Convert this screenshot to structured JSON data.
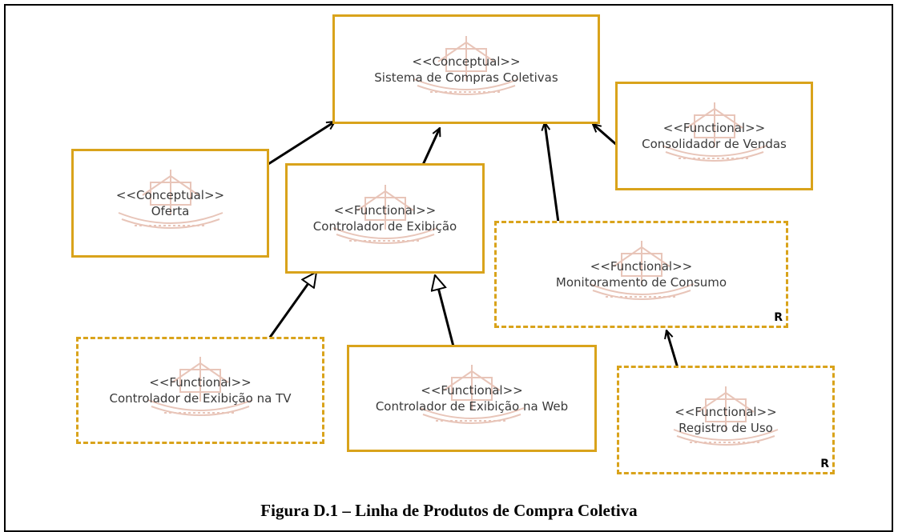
{
  "nodes": {
    "sistema": {
      "stereotype": "<<Conceptual>>",
      "name": "Sistema de Compras Coletivas"
    },
    "consolidador": {
      "stereotype": "<<Functional>>",
      "name": "Consolidador de Vendas"
    },
    "oferta": {
      "stereotype": "<<Conceptual>>",
      "name": "Oferta"
    },
    "controlador": {
      "stereotype": "<<Functional>>",
      "name": "Controlador de Exibição"
    },
    "monitoramento": {
      "stereotype": "<<Functional>>",
      "name": "Monitoramento de Consumo",
      "marker": "R"
    },
    "tv": {
      "stereotype": "<<Functional>>",
      "name": "Controlador de Exibição na TV"
    },
    "web": {
      "stereotype": "<<Functional>>",
      "name": "Controlador de Exibição na Web"
    },
    "registro": {
      "stereotype": "<<Functional>>",
      "name": "Registro de Uso",
      "marker": "R"
    }
  },
  "edges": [
    {
      "from": "oferta",
      "to": "sistema",
      "kind": "association"
    },
    {
      "from": "controlador",
      "to": "sistema",
      "kind": "association"
    },
    {
      "from": "monitoramento",
      "to": "sistema",
      "kind": "association"
    },
    {
      "from": "consolidador",
      "to": "sistema",
      "kind": "association"
    },
    {
      "from": "tv",
      "to": "controlador",
      "kind": "generalization"
    },
    {
      "from": "web",
      "to": "controlador",
      "kind": "generalization"
    },
    {
      "from": "registro",
      "to": "monitoramento",
      "kind": "association"
    }
  ],
  "colors": {
    "node_border": "#d9a31b",
    "edge": "#000000",
    "ship": "#c46a4a"
  },
  "caption": "Figura D.1 – Linha de Produtos de Compra Coletiva"
}
